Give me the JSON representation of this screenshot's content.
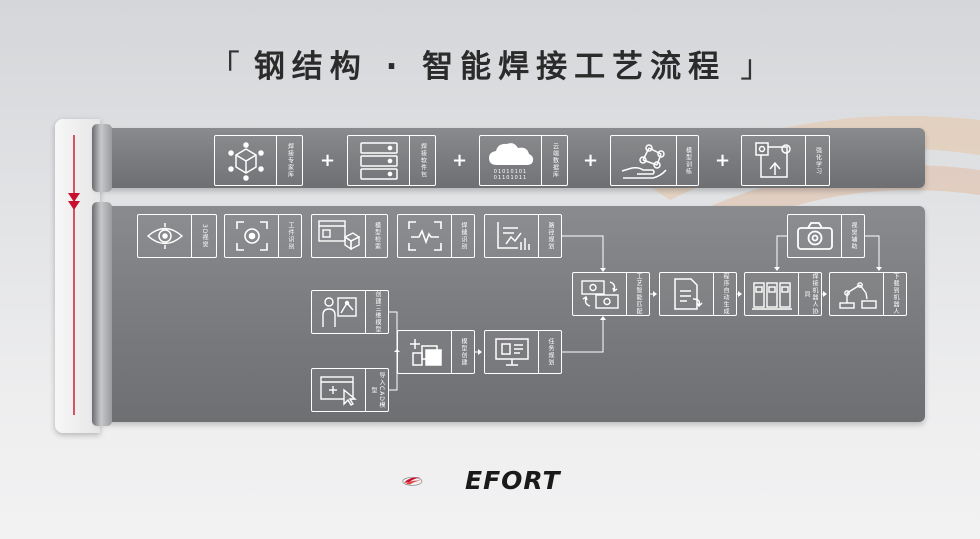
{
  "title": {
    "open": "「",
    "text": "钢结构 · 智能焊接工艺流程",
    "close": "」"
  },
  "top_row": [
    {
      "id": "weld-expert-db",
      "label": "焊接专家库"
    },
    {
      "id": "weld-software-pkg",
      "label": "焊接软件包"
    },
    {
      "id": "cloud-database",
      "label": "云端数据库"
    },
    {
      "id": "model-training",
      "label": "模型训练"
    },
    {
      "id": "reinforcement-learning",
      "label": "强化学习"
    }
  ],
  "cloud_binary": [
    "01010101",
    "01101011"
  ],
  "process": [
    {
      "id": "3d-vision",
      "label": "3D视觉"
    },
    {
      "id": "workpiece-recognition",
      "label": "工件识别"
    },
    {
      "id": "model-retrieval",
      "label": "模型检索"
    },
    {
      "id": "seam-recognition",
      "label": "焊缝识别"
    },
    {
      "id": "path-planning",
      "label": "路径规划"
    },
    {
      "id": "process-matching",
      "label": "工艺智能匹配"
    },
    {
      "id": "program-auto-gen",
      "label": "程序自动生成"
    },
    {
      "id": "camera-assist",
      "label": "视觉辅助"
    },
    {
      "id": "multi-robot-weld",
      "label": "焊接机器人协同"
    },
    {
      "id": "download-robot",
      "label": "下载到机器人"
    },
    {
      "id": "build-3d-model",
      "label": "创建三维模型"
    },
    {
      "id": "import-cad-model",
      "label": "导入CAD模型"
    },
    {
      "id": "model-creation",
      "label": "模型创建"
    },
    {
      "id": "offline-planning",
      "label": "任务规划"
    }
  ],
  "brand": {
    "name": "EFORT"
  },
  "colors": {
    "band": "#7c7d80",
    "line": "#ffffff",
    "accent": "#c8102e"
  }
}
